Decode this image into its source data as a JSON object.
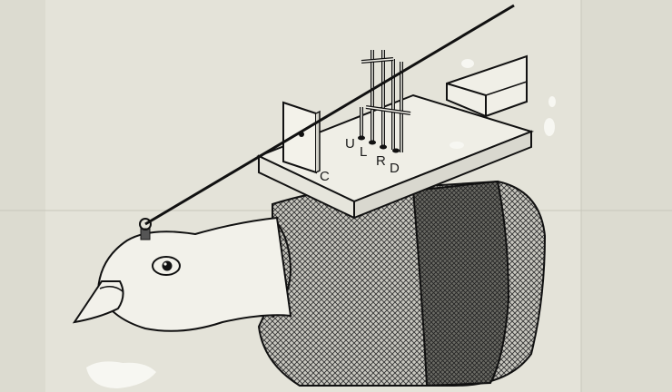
{
  "figure": {
    "rod_labels": [
      "U",
      "L",
      "R",
      "D"
    ],
    "contact_label": "C"
  }
}
